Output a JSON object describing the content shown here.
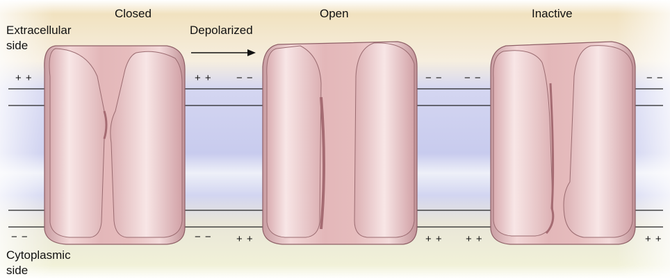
{
  "states": {
    "closed": "Closed",
    "open": "Open",
    "inactive": "Inactive"
  },
  "sides": {
    "extracellular_line1": "Extracellular",
    "extracellular_line2": "side",
    "cytoplasmic_line1": "Cytoplasmic",
    "cytoplasmic_line2": "side"
  },
  "transition_label": "Depolarized",
  "charges": {
    "closed_top_left": "+ +",
    "closed_top_right": "+ +",
    "closed_bottom_left": "− −",
    "closed_bottom_right": "− −",
    "open_top_left": "− −",
    "open_top_right": "− −",
    "open_bottom_left": "+ +",
    "open_bottom_right": "+ +",
    "inactive_top_left": "− −",
    "inactive_top_right": "− −",
    "inactive_bottom_left": "+ +",
    "inactive_bottom_right": "+ +"
  },
  "colors": {
    "extracellular_glow": "#e8cf9a",
    "membrane_band": "#c9ceee",
    "cytoplasm_glow": "#eef0c8",
    "channel_fill": "#e8bfc0",
    "channel_shadow": "#b98c92",
    "channel_outline": "#8e5f66"
  }
}
